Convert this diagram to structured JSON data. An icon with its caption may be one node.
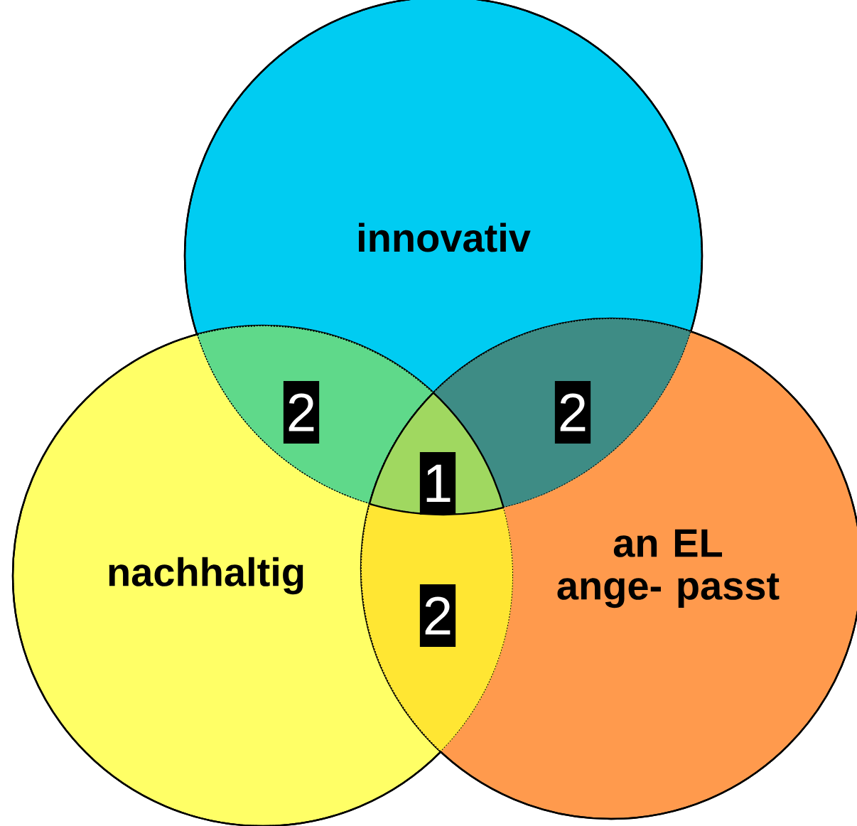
{
  "diagram": {
    "nodes": [
      {
        "text": [
          "innovativ"
        ]
      },
      {
        "text": [
          "nachhaltig"
        ]
      },
      {
        "text": [
          "an EL ange- passt"
        ]
      }
    ],
    "labels": [
      "2",
      "2",
      "1",
      "2"
    ]
  }
}
